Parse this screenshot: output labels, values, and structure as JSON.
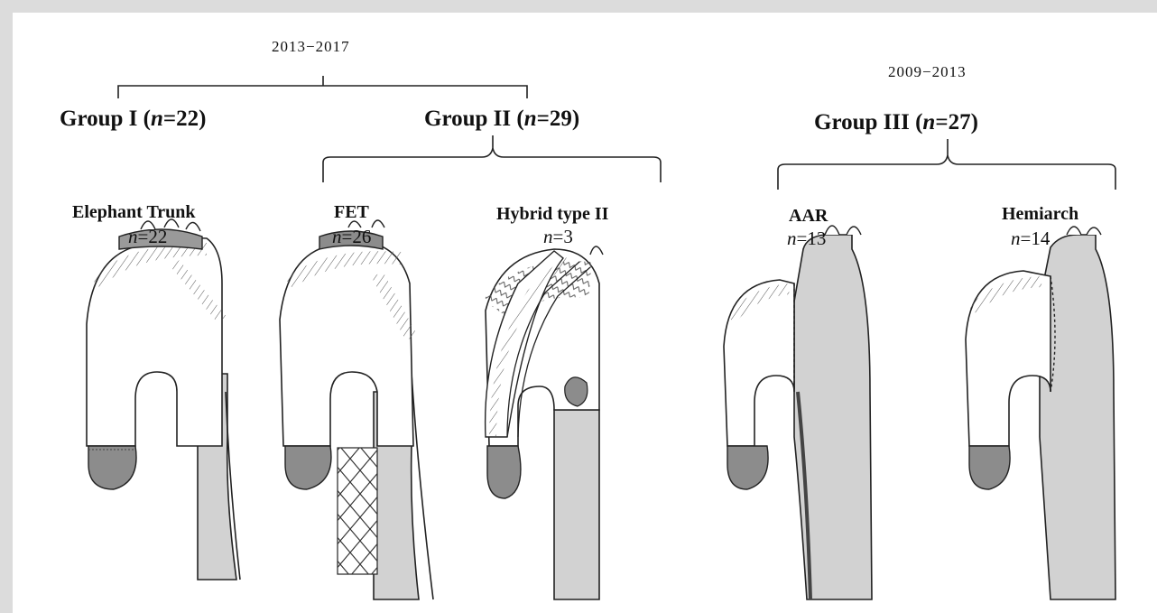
{
  "periods": {
    "p1": "2013−2017",
    "p2": "2009−2013"
  },
  "groups": {
    "g1": {
      "prefix": "Group I (",
      "n_label": "n",
      "n_value": "=22)"
    },
    "g2": {
      "prefix": "Group II (",
      "n_label": "n",
      "n_value": "=29)"
    },
    "g3": {
      "prefix": "Group III (",
      "n_label": "n",
      "n_value": "=27)"
    }
  },
  "procedures": [
    {
      "name": "Elephant Trunk",
      "n_label": "n",
      "n_value": "=22"
    },
    {
      "name": "FET",
      "n_label": "n",
      "n_value": "=26"
    },
    {
      "name": "Hybrid type II",
      "n_label": "n",
      "n_value": "=3"
    },
    {
      "name": "AAR",
      "n_label": "n",
      "n_value": "=13"
    },
    {
      "name": "Hemiarch",
      "n_label": "n",
      "n_value": "=14"
    }
  ],
  "illustrations": [
    {
      "name": "elephant-trunk-aorta-illustration"
    },
    {
      "name": "fet-aorta-illustration"
    },
    {
      "name": "hybrid-type-ii-aorta-illustration"
    },
    {
      "name": "aar-aorta-illustration"
    },
    {
      "name": "hemiarch-aorta-illustration"
    }
  ],
  "colors": {
    "graft": "#ffffff",
    "native_aorta": "#d2d2d2",
    "dark_tissue": "#8c8c8c",
    "line": "#222222"
  }
}
